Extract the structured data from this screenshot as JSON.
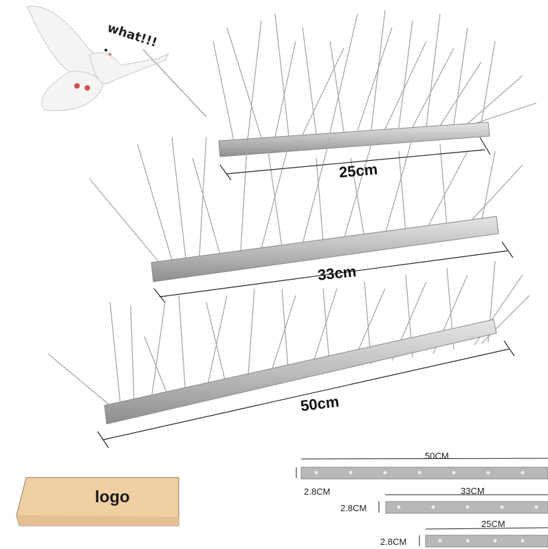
{
  "caption": {
    "text": "what!!!"
  },
  "products": [
    {
      "length_label": "25cm"
    },
    {
      "length_label": "33cm"
    },
    {
      "length_label": "50cm"
    }
  ],
  "packaging": {
    "label": "logo",
    "color": "#f0cfa3"
  },
  "spec_diagram": {
    "strips": [
      {
        "length": "50CM",
        "width": "2.8CM"
      },
      {
        "length": "33CM",
        "width": "2.8CM"
      },
      {
        "length": "25CM",
        "width": "2.8CM"
      }
    ]
  },
  "colors": {
    "metal": "#c9c9c9",
    "metal_dark": "#8e8e8e",
    "spike": "#9a9a9a",
    "text": "#111111"
  }
}
